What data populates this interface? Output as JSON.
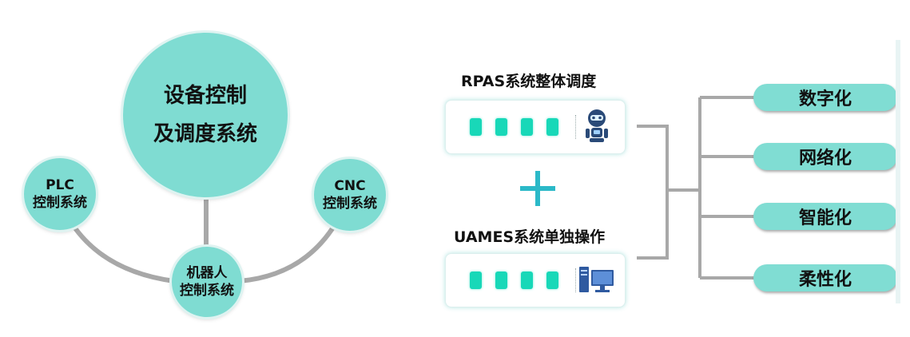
{
  "left": {
    "main": {
      "line1": "设备控制",
      "line2": "及调度系统"
    },
    "plc": {
      "line1": "PLC",
      "line2": "控制系统"
    },
    "cnc": {
      "line1": "CNC",
      "line2": "控制系统"
    },
    "robot": {
      "line1": "机器人",
      "line2": "控制系统"
    }
  },
  "middle": {
    "rpas": {
      "title": "RPAS系统整体调度",
      "icon": "robot-icon"
    },
    "uames": {
      "title": "UAMES系统单独操作",
      "icon": "computer-icon"
    },
    "operator": "+"
  },
  "right": {
    "items": [
      "数字化",
      "网络化",
      "智能化",
      "柔性化"
    ]
  },
  "colors": {
    "teal": "#7fdcd2",
    "segment": "#18d8b8",
    "plus": "#2bb9c8",
    "line": "#a8a8a8"
  }
}
